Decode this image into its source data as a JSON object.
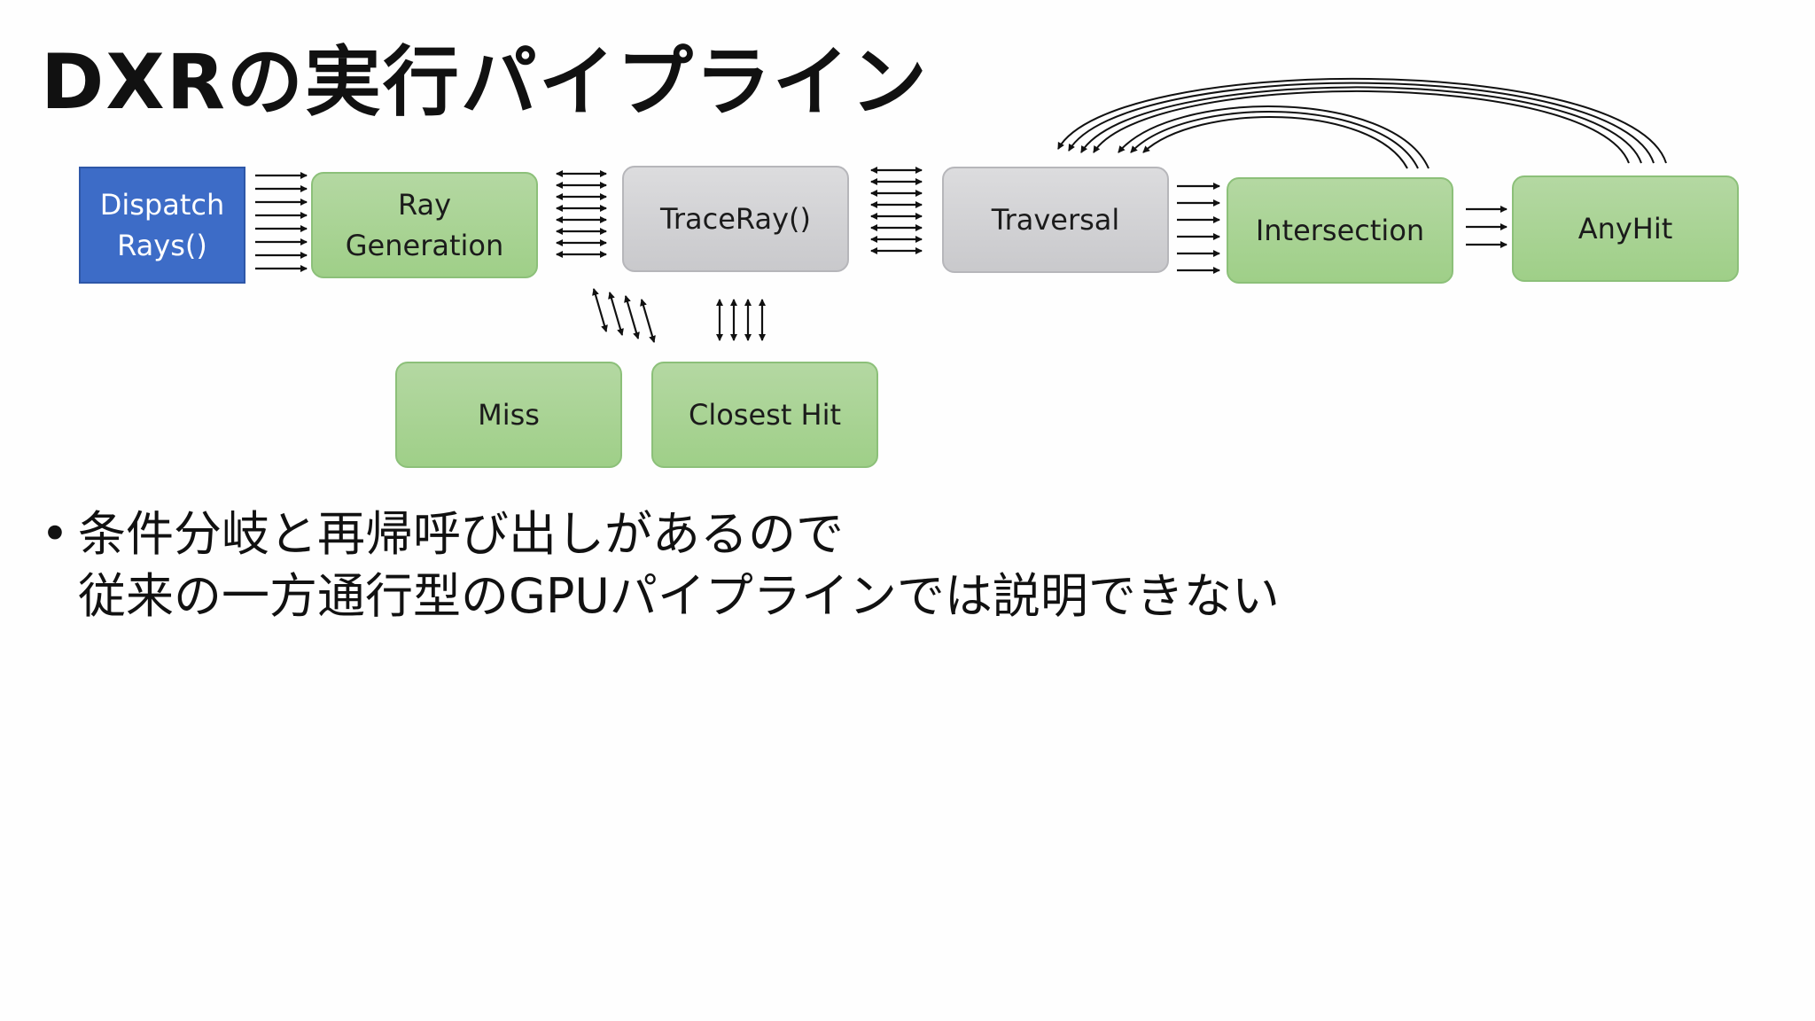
{
  "slide": {
    "title": "DXRの実行パイプライン"
  },
  "diagram": {
    "nodes": {
      "dispatch_rays": {
        "line1": "Dispatch",
        "line2": "Rays()"
      },
      "ray_generation": {
        "line1": "Ray",
        "line2": "Generation"
      },
      "trace_ray": "TraceRay()",
      "traversal": "Traversal",
      "intersection": "Intersection",
      "any_hit": "AnyHit",
      "miss": "Miss",
      "closest_hit": "Closest Hit"
    },
    "colors": {
      "blue_node": "#3d6cc7",
      "green_node": "#a8d494",
      "gray_node": "#d3d3d6",
      "arrow": "#111111"
    }
  },
  "bullets": {
    "marker": "•",
    "line1": "条件分岐と再帰呼び出しがあるので",
    "line2": "従来の一方通行型のGPUパイプラインでは説明できない"
  }
}
